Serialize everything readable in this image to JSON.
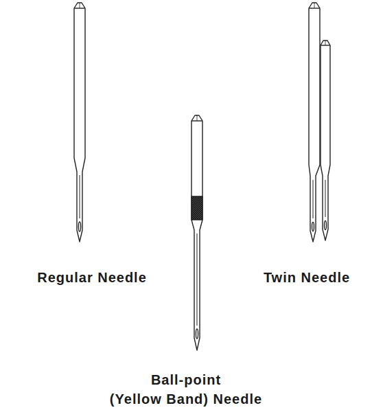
{
  "diagram": {
    "labels": [
      "Regular Needle",
      "Twin Needle",
      "Ball-point",
      "(Yellow Band) Needle"
    ]
  }
}
